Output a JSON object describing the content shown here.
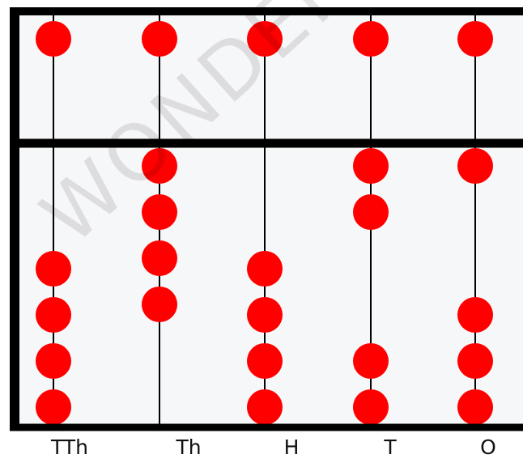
{
  "abacus": {
    "rods": [
      {
        "label": "TTh",
        "upper_beads": 1,
        "lower_beads": 4
      },
      {
        "label": "Th",
        "upper_beads": 1,
        "lower_beads": 4
      },
      {
        "label": "H",
        "upper_beads": 1,
        "lower_beads": 4
      },
      {
        "label": "T",
        "upper_beads": 1,
        "lower_beads": 4
      },
      {
        "label": "O",
        "upper_beads": 1,
        "lower_beads": 4
      }
    ],
    "bead_color": "#ff0000",
    "frame_color": "#000000",
    "background_color": "#f6f7f9"
  },
  "watermark": "WONDERKIDS"
}
